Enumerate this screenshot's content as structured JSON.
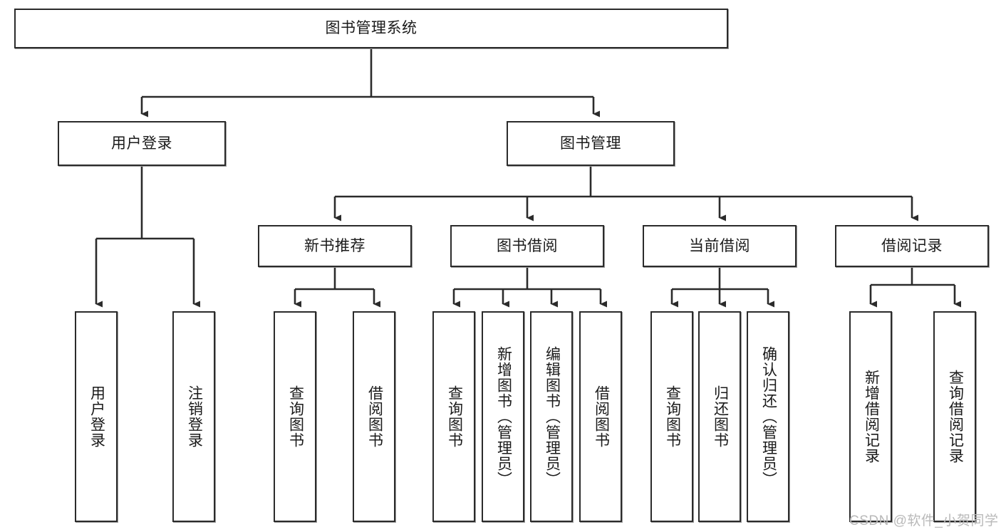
{
  "diagram": {
    "title_node": {
      "id": "root",
      "label": "图书管理系统"
    },
    "level2": [
      {
        "id": "user-login",
        "label": "用户登录"
      },
      {
        "id": "book-management",
        "label": "图书管理"
      }
    ],
    "level3": [
      {
        "id": "new-book-recommend",
        "label": "新书推荐"
      },
      {
        "id": "book-borrow",
        "label": "图书借阅"
      },
      {
        "id": "current-borrow",
        "label": "当前借阅"
      },
      {
        "id": "borrow-record",
        "label": "借阅记录"
      }
    ],
    "leaves": [
      {
        "id": "leaf-user-login",
        "parent": "user-login",
        "label": "用户登录"
      },
      {
        "id": "leaf-logout",
        "parent": "user-login",
        "label": "注销登录"
      },
      {
        "id": "leaf-query-book-1",
        "parent": "new-book-recommend",
        "label": "查询图书"
      },
      {
        "id": "leaf-borrow-book-1",
        "parent": "new-book-recommend",
        "label": "借阅图书"
      },
      {
        "id": "leaf-query-book-2",
        "parent": "book-borrow",
        "label": "查询图书"
      },
      {
        "id": "leaf-add-book",
        "parent": "book-borrow",
        "label": "新增图书（管理员）"
      },
      {
        "id": "leaf-edit-book",
        "parent": "book-borrow",
        "label": "编辑图书（管理员）"
      },
      {
        "id": "leaf-borrow-book-2",
        "parent": "book-borrow",
        "label": "借阅图书"
      },
      {
        "id": "leaf-query-book-3",
        "parent": "current-borrow",
        "label": "查询图书"
      },
      {
        "id": "leaf-return-book",
        "parent": "current-borrow",
        "label": "归还图书"
      },
      {
        "id": "leaf-confirm-return",
        "parent": "current-borrow",
        "label": "确认归还（管理员）"
      },
      {
        "id": "leaf-add-record",
        "parent": "borrow-record",
        "label": "新增借阅记录"
      },
      {
        "id": "leaf-query-record",
        "parent": "borrow-record",
        "label": "查询借阅记录"
      }
    ]
  },
  "watermark": {
    "text": "CSDN @软件_小贺同学"
  },
  "colors": {
    "box_border": "#2b2b2b",
    "box_fill": "#ffffff",
    "connector": "#2b2b2b",
    "text": "#1a1a1a",
    "watermark": "#b9b9b9",
    "background": "#ffffff"
  }
}
